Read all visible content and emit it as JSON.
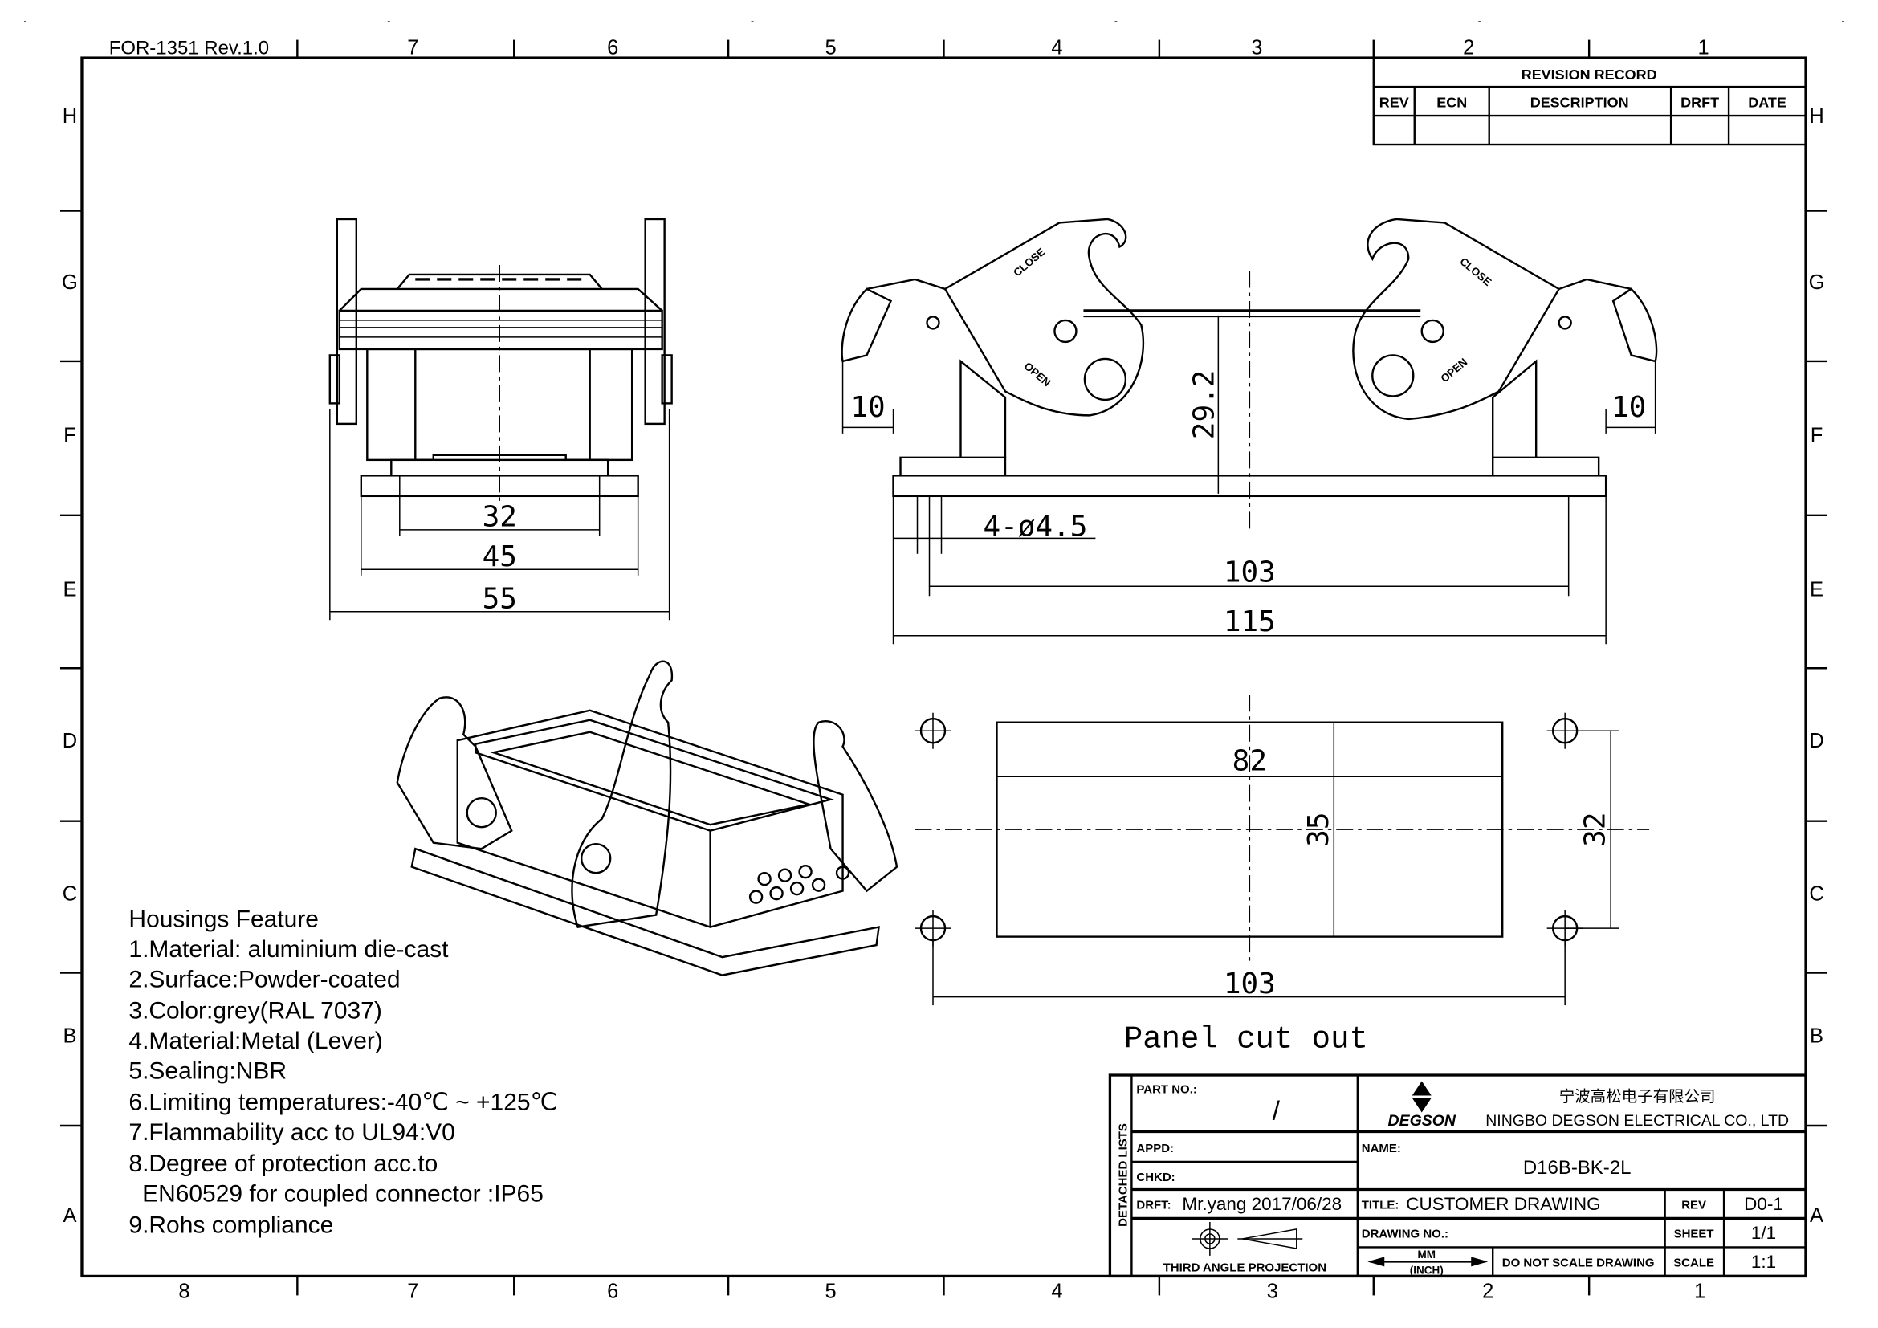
{
  "form_id": "FOR-1351  Rev.1.0",
  "zones": {
    "columns_top": [
      "7",
      "6",
      "5",
      "4",
      "3",
      "2",
      "1"
    ],
    "columns_bottom": [
      "8",
      "7",
      "6",
      "5",
      "4",
      "3",
      "2",
      "1"
    ],
    "rows": [
      "H",
      "G",
      "F",
      "E",
      "D",
      "C",
      "B",
      "A"
    ]
  },
  "revision_record": {
    "title": "REVISION RECORD",
    "headers": [
      "REV",
      "ECN",
      "DESCRIPTION",
      "DRFT",
      "DATE"
    ]
  },
  "dimensions": {
    "front": [
      "32",
      "45",
      "55"
    ],
    "side": [
      "10",
      "29.2",
      "10",
      "4-ø4.5",
      "103",
      "115"
    ],
    "cutout": [
      "82",
      "35",
      "32",
      "103"
    ]
  },
  "cutout_label": "Panel cut out",
  "lever_labels": [
    "CLOSE",
    "OPEN",
    "CLOSE",
    "OPEN"
  ],
  "features": {
    "title": "Housings Feature",
    "items": [
      "1.Material: aluminium die-cast",
      "2.Surface:Powder-coated",
      "3.Color:grey(RAL 7037)",
      "4.Material:Metal (Lever)",
      "5.Sealing:NBR",
      "6.Limiting temperatures:-40℃ ~ +125℃",
      "7.Flammability acc to UL94:V0",
      "8.Degree of protection acc.to",
      "  EN60529 for coupled connector :IP65",
      "9.Rohs compliance"
    ]
  },
  "title_block": {
    "detached_lists": "DETACHED LISTS",
    "part_no_label": "PART NO.:",
    "part_no_value": "/",
    "logo_text": "DEGSON",
    "company_cn": "宁波高松电子有限公司",
    "company_en": "NINGBO DEGSON ELECTRICAL CO., LTD",
    "appd_label": "APPD:",
    "chkd_label": "CHKD:",
    "name_label": "NAME:",
    "name_value": "D16B-BK-2L",
    "drft_label": "DRFT:",
    "drft_value": "Mr.yang  2017/06/28",
    "title_label": "TITLE:",
    "title_value": "CUSTOMER  DRAWING",
    "rev_label": "REV",
    "rev_value": "D0-1",
    "drawing_no_label": "DRAWING NO.:",
    "sheet_label": "SHEET",
    "sheet_value": "1/1",
    "projection_label": "THIRD  ANGLE  PROJECTION",
    "unit_mm": "MM",
    "unit_inch": "(INCH)",
    "do_not_scale": "DO NOT SCALE DRAWING",
    "scale_label": "SCALE",
    "scale_value": "1:1"
  }
}
